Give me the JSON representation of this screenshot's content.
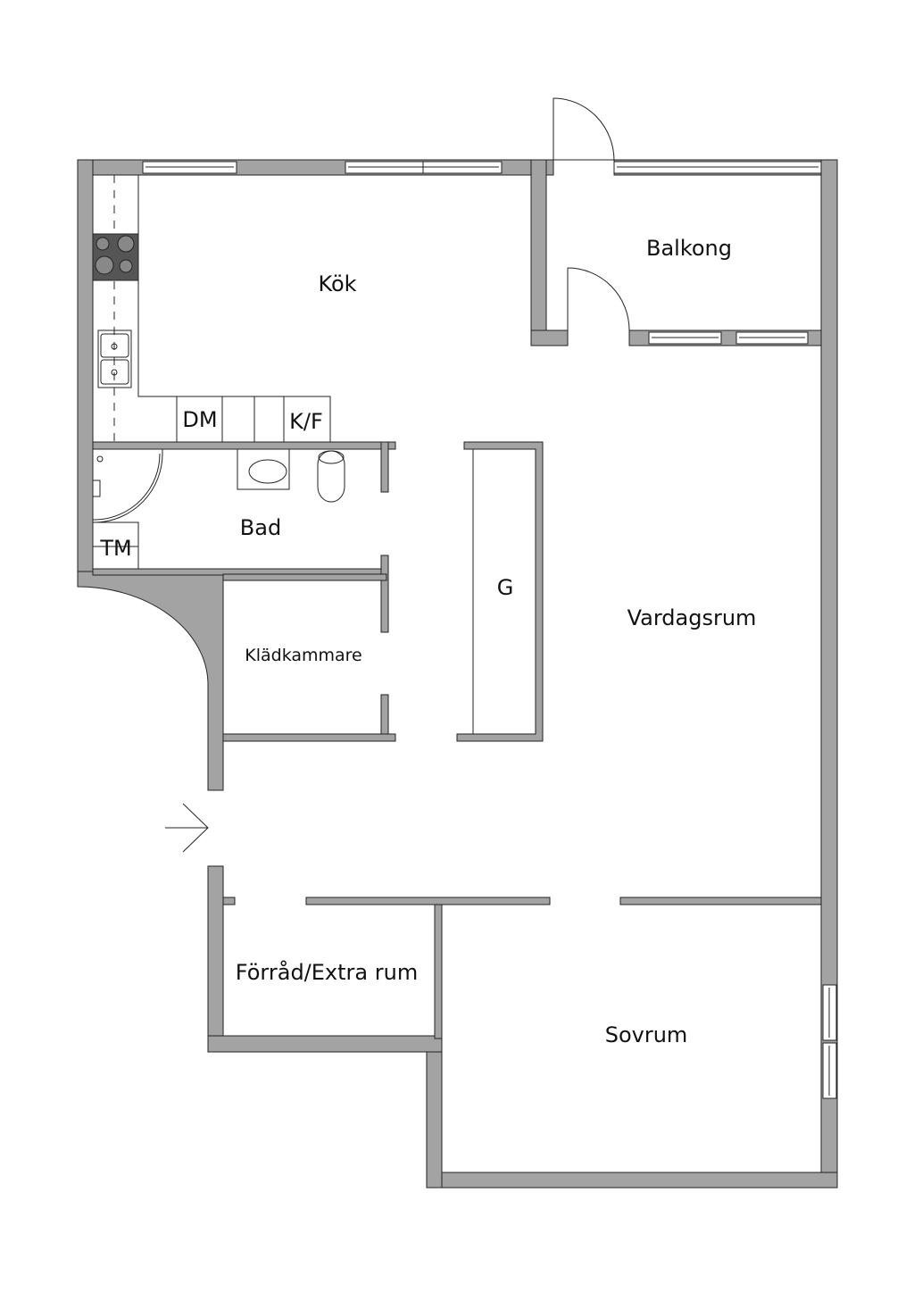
{
  "rooms": {
    "kok": "Kök",
    "balkong": "Balkong",
    "bad": "Bad",
    "vardagsrum": "Vardagsrum",
    "kladkammare": "Klädkammare",
    "forrad": "Förråd/Extra rum",
    "sovrum": "Sovrum",
    "garderob": "G"
  },
  "fixtures": {
    "dishwasher": "DM",
    "fridge_freezer": "K/F",
    "washer": "TM"
  },
  "colors": {
    "wall": "#a3a3a3",
    "stove": "#555555",
    "line": "#222222"
  }
}
